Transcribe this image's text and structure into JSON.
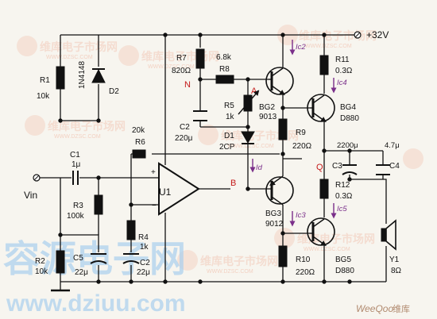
{
  "supply": {
    "label": "+32V"
  },
  "input": {
    "label": "Vin"
  },
  "nodes": {
    "A": "A",
    "B": "B",
    "N": "N",
    "Q": "Q"
  },
  "components": {
    "R1": {
      "ref": "R1",
      "value": "10k"
    },
    "R2": {
      "ref": "R2",
      "value": "10k"
    },
    "R3": {
      "ref": "R3",
      "value": "100k"
    },
    "R4": {
      "ref": "R4",
      "value": "1k"
    },
    "R5": {
      "ref": "R5",
      "value": "1k"
    },
    "R6": {
      "ref": "R6",
      "value": "20k"
    },
    "R7": {
      "ref": "R7",
      "value": "820Ω"
    },
    "R8": {
      "ref": "R8",
      "value": "6.8k"
    },
    "R9": {
      "ref": "R9",
      "value": "220Ω"
    },
    "R10": {
      "ref": "R10",
      "value": "220Ω"
    },
    "R11": {
      "ref": "R11",
      "value": "0.3Ω"
    },
    "R12": {
      "ref": "R12",
      "value": "0.3Ω"
    },
    "C1": {
      "ref": "C1",
      "value": "1μ"
    },
    "C2a": {
      "ref": "C2",
      "value": "220μ"
    },
    "C2b": {
      "ref": "C2",
      "value": "22μ"
    },
    "C3": {
      "ref": "C3",
      "value": "2200μ"
    },
    "C4": {
      "ref": "C4",
      "value": "4.7μ"
    },
    "C5": {
      "ref": "C5",
      "value": "22μ"
    },
    "D1": {
      "ref": "D1",
      "value": "2CP"
    },
    "D2": {
      "ref": "D2",
      "value": "1N4148"
    },
    "U1": {
      "ref": "U1"
    },
    "BG2": {
      "ref": "BG2",
      "value": "9013"
    },
    "BG3": {
      "ref": "BG3",
      "value": "9012"
    },
    "BG4": {
      "ref": "BG4",
      "value": "D880"
    },
    "BG5": {
      "ref": "BG5",
      "value": "D880"
    },
    "Y1": {
      "ref": "Y1",
      "value": "8Ω"
    }
  },
  "currents": {
    "Ic2": "Ic2",
    "Ic3": "Ic3",
    "Ic4": "Ic4",
    "Ic5": "Ic5",
    "Id": "Id"
  },
  "watermark": {
    "cn_main": "容源电子网",
    "url_main": "www.dziuu.com",
    "cn_repeat": "维库电子市场网",
    "url_repeat": "WWW.DZSC.COM",
    "brand": "WeeQoo",
    "brand_cn": "维库"
  },
  "colors": {
    "ink": "#111111",
    "node_label": "#c41a1a",
    "current_arrow": "#7a2f8a",
    "watermark": "#f2c9b8"
  }
}
